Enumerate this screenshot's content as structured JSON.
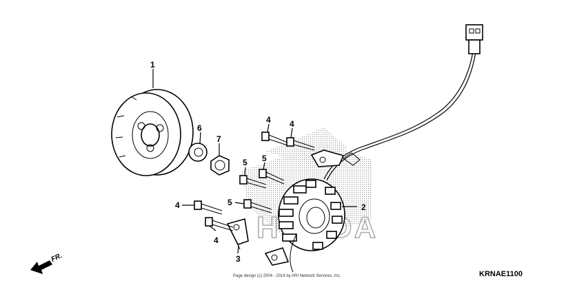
{
  "diagram": {
    "watermark": "HONDA",
    "diagram_code": "KRNAE1100",
    "copyright": "Page design (c) 2004 - 2014 by ARI Network Services, Inc.",
    "front_indicator": "FR.",
    "callouts": [
      "1",
      "2",
      "3",
      "4",
      "4",
      "4",
      "4",
      "5",
      "5",
      "5",
      "6",
      "7"
    ]
  }
}
